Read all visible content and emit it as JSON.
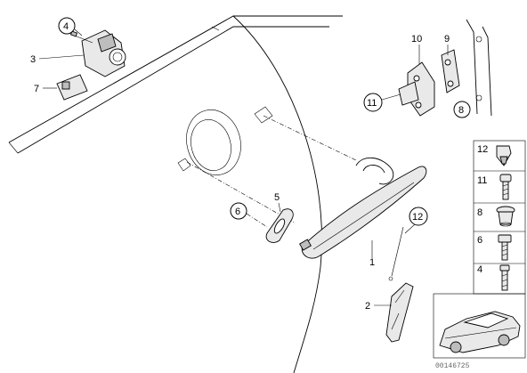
{
  "diagram": {
    "callouts": [
      {
        "id": "c1",
        "label": "1",
        "circled": false
      },
      {
        "id": "c2",
        "label": "2",
        "circled": false
      },
      {
        "id": "c3",
        "label": "3",
        "circled": false
      },
      {
        "id": "c4",
        "label": "4",
        "circled": true
      },
      {
        "id": "c5",
        "label": "5",
        "circled": false
      },
      {
        "id": "c6",
        "label": "6",
        "circled": true
      },
      {
        "id": "c7",
        "label": "7",
        "circled": false
      },
      {
        "id": "c8",
        "label": "8",
        "circled": true
      },
      {
        "id": "c9",
        "label": "9",
        "circled": false
      },
      {
        "id": "c10",
        "label": "10",
        "circled": false
      },
      {
        "id": "c11",
        "label": "11",
        "circled": true
      },
      {
        "id": "c12",
        "label": "12",
        "circled": true
      }
    ],
    "side_panel": [
      "12",
      "11",
      "8",
      "6",
      "4"
    ],
    "document_id": "00146725"
  }
}
